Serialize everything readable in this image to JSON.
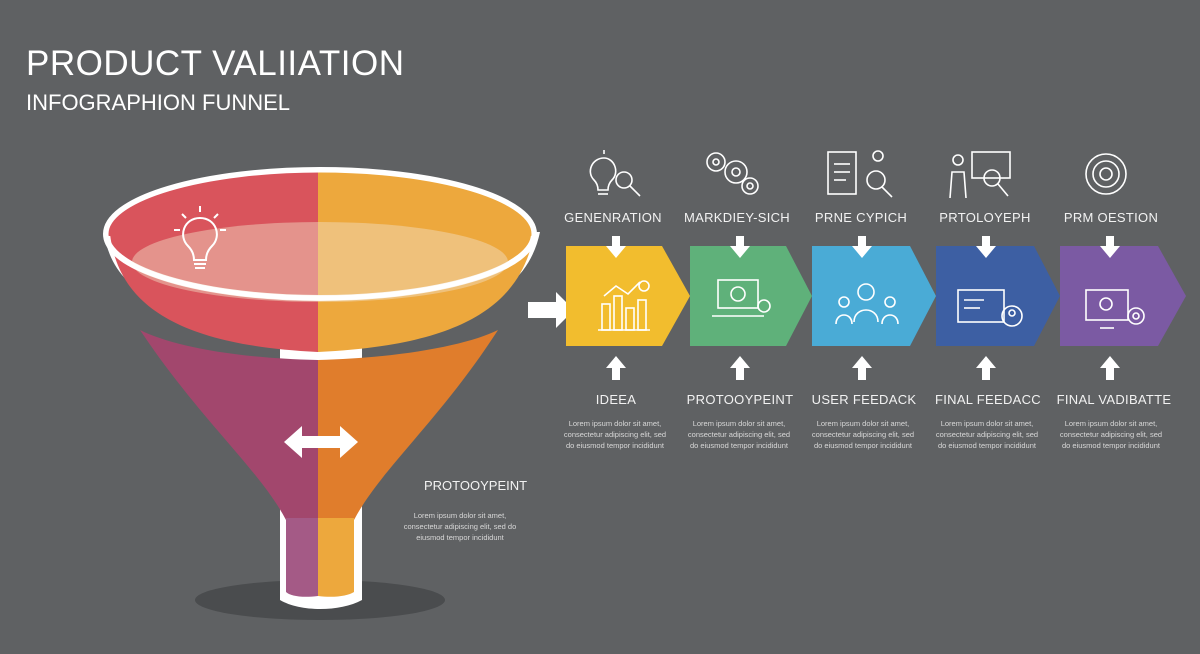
{
  "header": {
    "title": "PRODUCT VALIIATION",
    "subtitle": "INFOGRAPHION FUNNEL"
  },
  "funnel": {
    "label": "PROTOOYPEINT",
    "description": "Lorem ipsum dolor sit amet, consectetur adipiscing elit, sed do eiusmod tempor incididunt",
    "colors": {
      "left_top": "#d9545c",
      "right_top": "#eda83d",
      "left_bottom": "#a2476d",
      "right_bottom": "#e07d2c"
    }
  },
  "stages": [
    {
      "top_label": "GENENRATION",
      "bottom_label": "IDEEA",
      "color": "#f2bd2e",
      "top_icon": "lightbulb-search-icon",
      "box_icon": "bar-chart-icon",
      "description": "Lorem ipsum dolor sit amet, consectetur adipiscing elit, sed do eiusmod tempor incididunt"
    },
    {
      "top_label": "MARKDIEY-SICH",
      "bottom_label": "PROTOOYPEINT",
      "color": "#5fb17a",
      "top_icon": "gears-icon",
      "box_icon": "laptop-icon",
      "description": "Lorem ipsum dolor sit amet, consectetur adipiscing elit, sed do eiusmod tempor incididunt"
    },
    {
      "top_label": "PRNE CYPICH",
      "bottom_label": "USER FEEDACK",
      "color": "#4aabd6",
      "top_icon": "document-search-icon",
      "box_icon": "users-icon",
      "description": "Lorem ipsum dolor sit amet, consectetur adipiscing elit, sed do eiusmod tempor incididunt"
    },
    {
      "top_label": "PRTOLOYEPH",
      "bottom_label": "FINAL FEEDACC",
      "color": "#3d5fa3",
      "top_icon": "presenter-icon",
      "box_icon": "profile-card-icon",
      "description": "Lorem ipsum dolor sit amet, consectetur adipiscing elit, sed do eiusmod tempor incididunt"
    },
    {
      "top_label": "PRM OESTION",
      "bottom_label": "FINAL VADIBATTE",
      "color": "#7b5aa3",
      "top_icon": "target-icon",
      "box_icon": "monitor-gear-icon",
      "description": "Lorem ipsum dolor sit amet, consectetur adipiscing elit, sed do eiusmod tempor incididunt"
    }
  ]
}
